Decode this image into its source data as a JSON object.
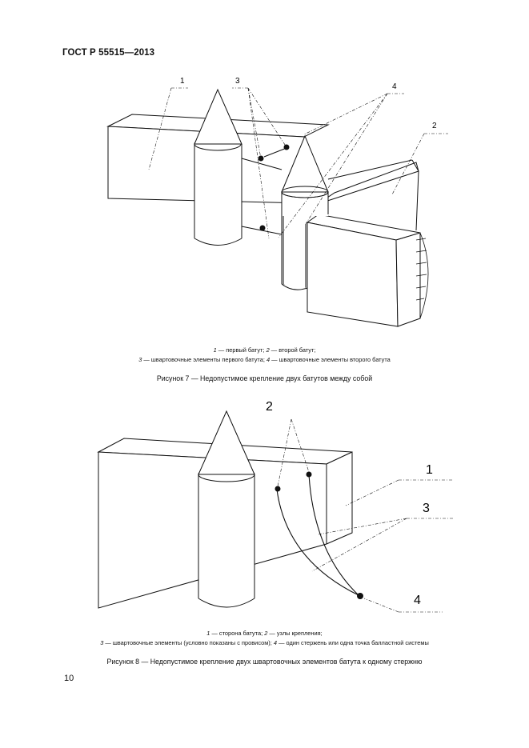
{
  "header": {
    "standard": "ГОСТ Р 55515—2013"
  },
  "figure7": {
    "labels": {
      "l1": "1",
      "l2": "2",
      "l3": "3",
      "l4": "4"
    },
    "caption": {
      "n1": "1",
      "t1": "— первый батут;",
      "n2": "2",
      "t2": "— второй батут;",
      "n3": "3",
      "t3": "— швартовочные элементы первого батута;",
      "n4": "4",
      "t4": "— швартовочные элементы второго батута"
    },
    "title": "Рисунок 7 — Недопустимое крепление двух батутов между собой"
  },
  "figure8": {
    "labels": {
      "l1": "1",
      "l2": "2",
      "l3": "3",
      "l4": "4"
    },
    "caption": {
      "n1": "1",
      "t1": "— сторона батута;",
      "n2": "2",
      "t2": "— узлы крепления;",
      "n3": "3",
      "t3": "— швартовочные элементы (условно показаны с провисом);",
      "n4": "4",
      "t4": "— один стержень или одна точка балластной системы"
    },
    "title": "Рисунок 8 — Недопустимое крепление двух швартовочных элементов батута к одному стержню"
  },
  "footer": {
    "page_number": "10"
  }
}
